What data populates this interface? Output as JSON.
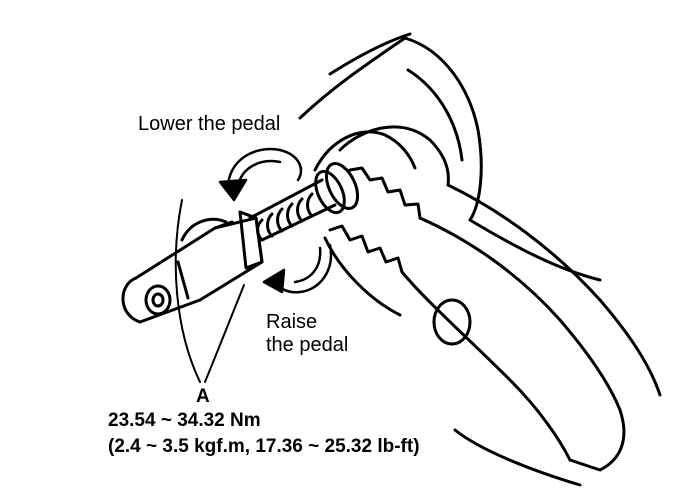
{
  "labels": {
    "lower": "Lower the pedal",
    "raise_line1": "Raise",
    "raise_line2": "the pedal",
    "part": "A",
    "torque_nm": "23.54 ~ 34.32 Nm",
    "torque_alt": "(2.4 ~ 3.5 kgf.m, 17.36 ~ 25.32 lb-ft)"
  },
  "colors": {
    "ink": "#000000",
    "paper": "#ffffff"
  }
}
